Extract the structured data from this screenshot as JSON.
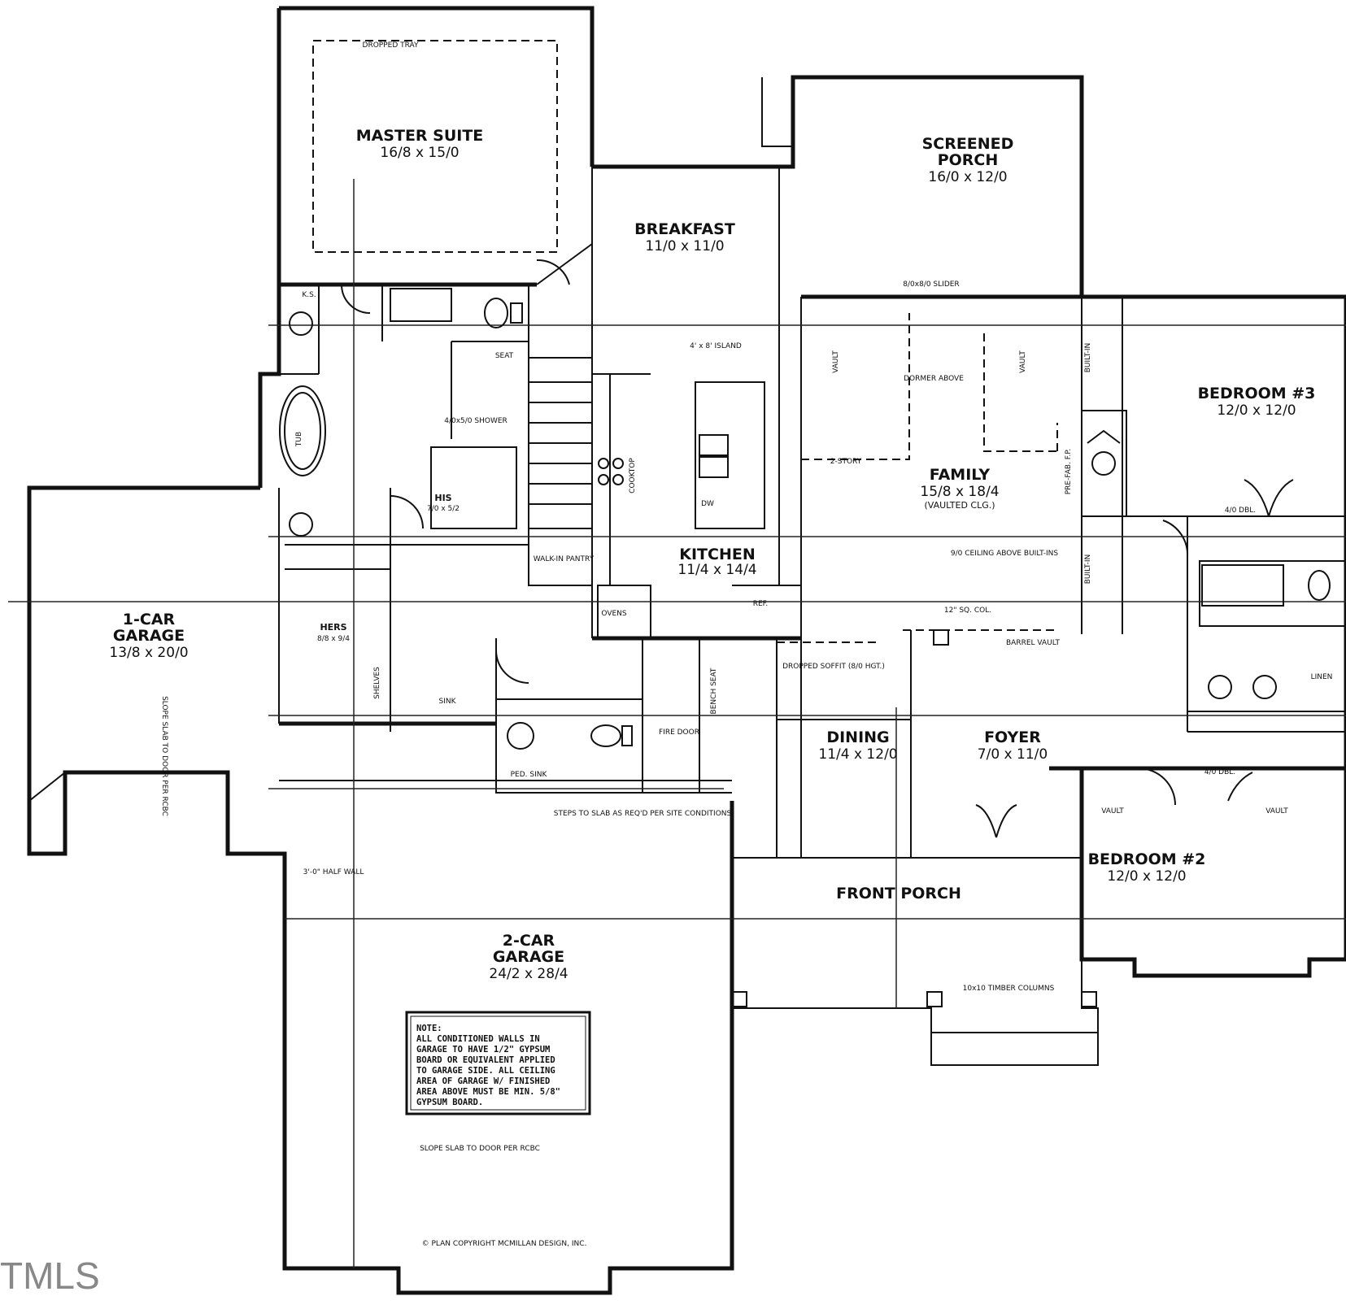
{
  "rooms": {
    "master_suite": {
      "name": "MASTER SUITE",
      "size": "16/8 x 15/0"
    },
    "screened_porch": {
      "name_line1": "SCREENED",
      "name_line2": "PORCH",
      "size": "16/0 x 12/0"
    },
    "breakfast": {
      "name": "BREAKFAST",
      "size": "11/0 x 11/0"
    },
    "kitchen": {
      "name": "KITCHEN",
      "size": "11/4 x 14/4"
    },
    "family": {
      "name": "FAMILY",
      "size": "15/8 x 18/4",
      "sub": "(VAULTED CLG.)"
    },
    "bedroom3": {
      "name": "BEDROOM #3",
      "size": "12/0 x 12/0"
    },
    "bedroom2": {
      "name": "BEDROOM #2",
      "size": "12/0 x 12/0"
    },
    "garage1": {
      "name_line1": "1-CAR",
      "name_line2": "GARAGE",
      "size": "13/8 x 20/0"
    },
    "garage2": {
      "name_line1": "2-CAR",
      "name_line2": "GARAGE",
      "size": "24/2 x 28/4"
    },
    "dining": {
      "name": "DINING",
      "size": "11/4 x 12/0"
    },
    "foyer": {
      "name": "FOYER",
      "size": "7/0 x 11/0"
    },
    "front_porch": {
      "name": "FRONT PORCH"
    },
    "hers": {
      "name": "HERS",
      "size": "8/8 x 9/4"
    },
    "his": {
      "name": "HIS",
      "size": "7/0 x 5/2"
    }
  },
  "labels": {
    "tray": "DROPPED TRAY",
    "slider": "8/0x8/0 SLIDER",
    "island": "4' x 8' ISLAND",
    "dormer": "DORMER ABOVE",
    "vault": "VAULT",
    "two_story": "2-STORY",
    "ceiling_above": "9/0 CEILING ABOVE BUILT-INS",
    "col": "12\" SQ. COL.",
    "barrel_vault": "BARREL VAULT",
    "dropped_soffit": "DROPPED SOFFIT (8/0 HGT.)",
    "walk_in_pantry": "WALK-IN PANTRY",
    "ovens": "OVENS",
    "ref": "REF.",
    "cooktop": "COOKTOP",
    "dw": "DW",
    "tub": "TUB",
    "shower": "4/0x5/0 SHOWER",
    "seat": "SEAT",
    "ped_sink": "PED. SINK",
    "sink": "SINK",
    "shelves": "SHELVES",
    "dbl": "4/0 DBL.",
    "linen": "LINEN",
    "fire_door": "FIRE DOOR",
    "bench_seat": "BENCH SEAT",
    "steps": "STEPS TO SLAB AS REQ'D PER SITE CONDITIONS",
    "slope": "SLOPE SLAB TO DOOR PER RCBC",
    "half_wall": "3'-0\" HALF WALL",
    "timber": "10x10 TIMBER COLUMNS",
    "fp": "PRE-FAB. F.P.",
    "built_in": "BUILT-IN",
    "ks": "K.S."
  },
  "note": {
    "lines": [
      "NOTE:",
      "ALL CONDITIONED WALLS IN",
      "GARAGE TO HAVE 1/2\" GYPSUM",
      "BOARD OR EQUIVALENT APPLIED",
      "TO GARAGE SIDE. ALL CEILING",
      "AREA OF GARAGE W/ FINISHED",
      "AREA ABOVE MUST BE MIN. 5/8\"",
      "GYPSUM BOARD."
    ]
  },
  "copyright": "© PLAN COPYRIGHT MCMILLAN DESIGN, INC.",
  "watermark": "TMLS"
}
